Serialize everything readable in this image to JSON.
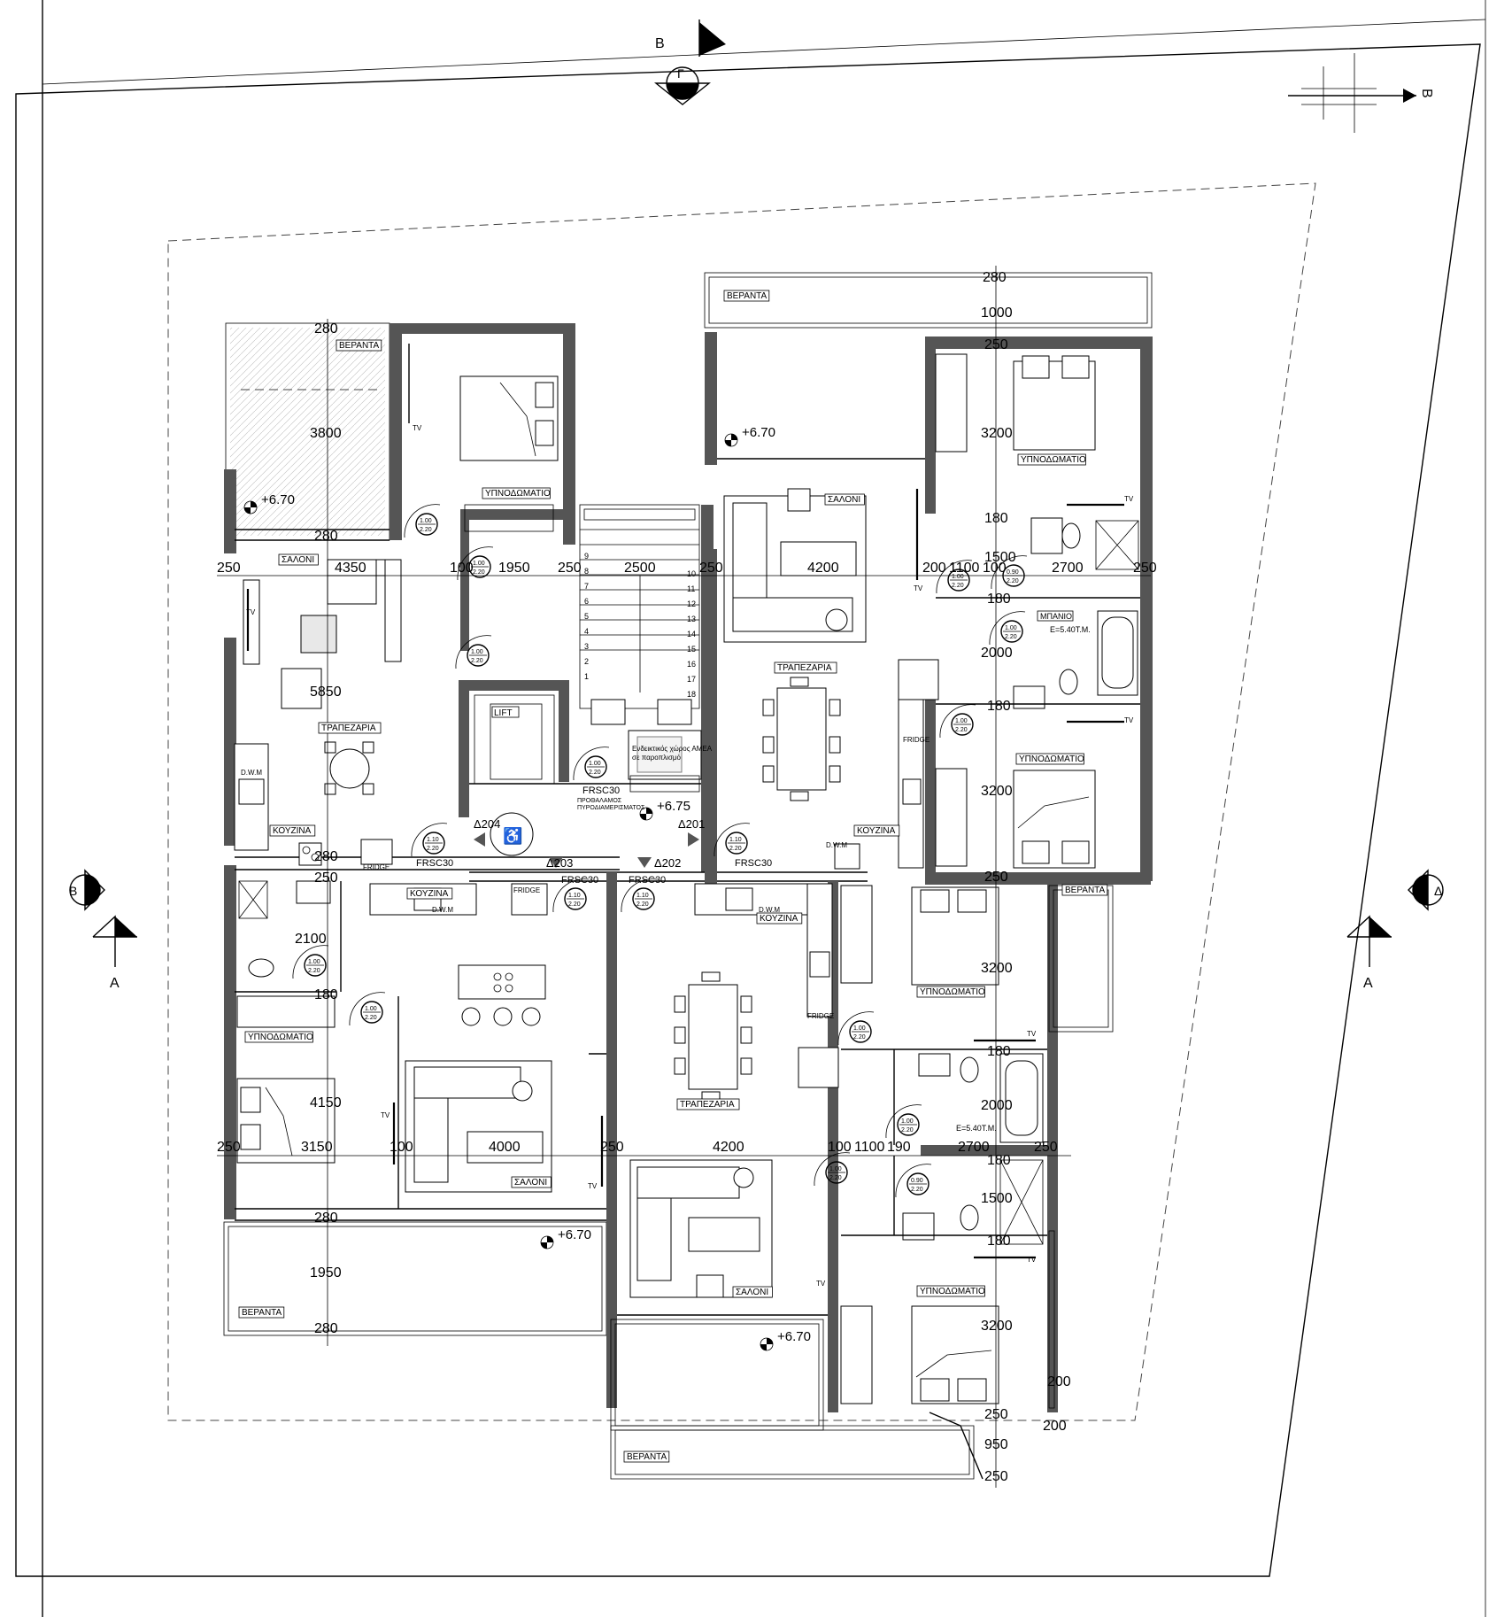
{
  "rooms": {
    "veranda": "ΒΕΡΑΝΤΑ",
    "living": "ΣΑΛΟΝΙ",
    "bedroom": "ΥΠΝΟΔΩΜΑΤΙΟ",
    "dining": "ΤΡΑΠΕΖΑΡΙΑ",
    "kitchen": "ΚΟΥΖΙΝΑ",
    "bathroom": "ΜΠΑΝΙΟ",
    "lift": "LIFT",
    "lobby_note_1": "ΠΡΟΘΑΛΑΜΟΣ",
    "lobby_note_2": "ΠΥΡΟΔΙΑΜΕΡΙΣΜΑΤΟΣ",
    "accessible_note_1": "Ενδεικτικός χώρος ΑΜΕΑ",
    "accessible_note_2": "σε παροπλισμό"
  },
  "levels": {
    "veranda_level": "+6.70",
    "lobby_level": "+6.75"
  },
  "doors": {
    "d_100_220": [
      "1.00",
      "2.20"
    ],
    "d_090_220": [
      "0.90",
      "2.20"
    ],
    "d_110_220": [
      "1.10",
      "2.20"
    ],
    "fire_door": "FRSC30"
  },
  "door_tags": {
    "d201": "Δ201",
    "d202": "Δ202",
    "d203": "Δ203",
    "d204": "Δ204"
  },
  "appliances": {
    "fridge": "FRIDGE",
    "dishwasher": "D.W.M",
    "tv": "TV"
  },
  "bath_area": "E=5.40Τ.Μ.",
  "sections": {
    "A": "A",
    "B": "B",
    "G": "Γ",
    "D": "Δ"
  },
  "stair_numbers_left": [
    "9",
    "8",
    "7",
    "6",
    "5",
    "4",
    "3",
    "2",
    "1"
  ],
  "stair_numbers_right": [
    "10",
    "11",
    "12",
    "13",
    "14",
    "15",
    "16",
    "17",
    "18"
  ],
  "dims": {
    "d250": "250",
    "d280": "280",
    "d3800": "3800",
    "d4350": "4350",
    "d5850": "5850",
    "d100": "100",
    "d1950": "1950",
    "d2500": "2500",
    "d4200": "4200",
    "d1000": "1000",
    "d3200": "3200",
    "d1100": "1100",
    "d2700": "2700",
    "d1500": "1500",
    "d180": "180",
    "d2000": "2000",
    "d2100": "2100",
    "d4150": "4150",
    "d3150": "3150",
    "d4000": "4000",
    "d200": "200",
    "d950": "950",
    "d190": "190",
    "d200s": "200"
  }
}
